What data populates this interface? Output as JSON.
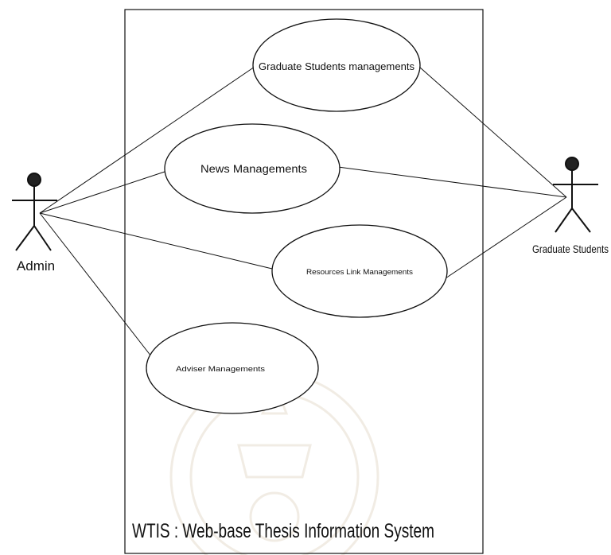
{
  "diagram": {
    "system_title": "WTIS : Web-base Thesis Information System",
    "actors": [
      {
        "id": "admin",
        "label": "Admin"
      },
      {
        "id": "graduate_students",
        "label": "Graduate Students"
      }
    ],
    "use_cases": [
      {
        "id": "graduate_students_managements",
        "label": "Graduate Students managements"
      },
      {
        "id": "news_managements",
        "label": "News Managements"
      },
      {
        "id": "resources_link_managements",
        "label": "Resources Link Managements"
      },
      {
        "id": "adviser_managements",
        "label": "Adviser Managements"
      }
    ],
    "associations": [
      {
        "actor": "admin",
        "use_case": "graduate_students_managements"
      },
      {
        "actor": "admin",
        "use_case": "news_managements"
      },
      {
        "actor": "admin",
        "use_case": "resources_link_managements"
      },
      {
        "actor": "admin",
        "use_case": "adviser_managements"
      },
      {
        "actor": "graduate_students",
        "use_case": "graduate_students_managements"
      },
      {
        "actor": "graduate_students",
        "use_case": "news_managements"
      },
      {
        "actor": "graduate_students",
        "use_case": "resources_link_managements"
      }
    ],
    "colors": {
      "line": "#111111",
      "watermark": "#b59a6e"
    }
  }
}
